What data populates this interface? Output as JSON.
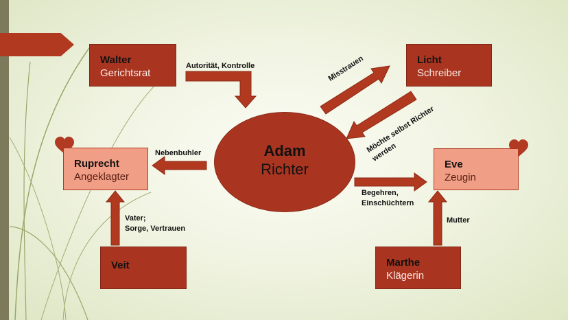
{
  "center": {
    "name": "Adam",
    "role": "Richter"
  },
  "persons": {
    "walter": {
      "name": "Walter",
      "role": "Gerichtsrat"
    },
    "licht": {
      "name": "Licht",
      "role": "Schreiber"
    },
    "ruprecht": {
      "name": "Ruprecht",
      "role": "Angeklagter"
    },
    "eve": {
      "name": "Eve",
      "role": "Zeugin"
    },
    "veit": {
      "name": "Veit",
      "role": ""
    },
    "marthe": {
      "name": "Marthe",
      "role": "Klägerin"
    }
  },
  "relations": {
    "walter_adam": "Autorität, Kontrolle",
    "adam_licht": "Misstrauen",
    "licht_adam_1": "Möchte selbst Richter",
    "licht_adam_2": "werden",
    "adam_ruprecht": "Nebenbuhler",
    "adam_eve_1": "Begehren,",
    "adam_eve_2": "Einschüchtern",
    "veit_ruprecht_1": "Vater;",
    "veit_ruprecht_2": "Sorge, Vertrauen",
    "marthe_eve": "Mutter"
  },
  "colors": {
    "dark_box": "#a93521",
    "light_box": "#f19e86",
    "accent": "#b0391f",
    "heart": "#b23a22",
    "sidebar": "#7d7a5c"
  },
  "icons": [
    "heart-icon-ruprecht",
    "heart-icon-eve"
  ]
}
